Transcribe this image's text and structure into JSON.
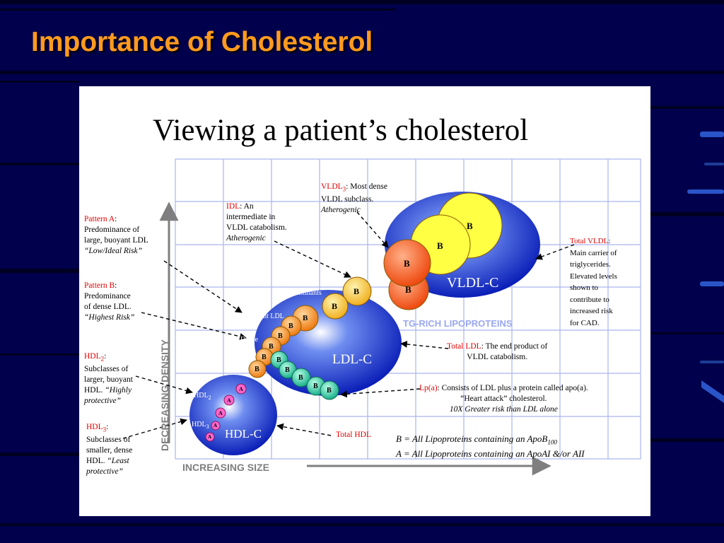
{
  "title": "Importance of Cholesterol",
  "panel": {
    "heading": "Viewing a patient’s cholesterol",
    "axis_y": "DECREASING DENSITY",
    "axis_x": "INCREASING SIZE",
    "tg_label": "TG-RICH LIPOPROTEINS",
    "vldl_c": "VLDL-C",
    "ldl_c": "LDL-C",
    "hdl_c": "HDL-C",
    "idl_remnants": "IDL Remnants",
    "buoyant_ldl": "Buoyant LDL",
    "dense_ldl_1": "Dense",
    "dense_ldl_2": "LDL",
    "hdl2_main": "HDL",
    "hdl2_sub": "2",
    "hdl3_main": "HDL",
    "hdl3_sub": "3",
    "b_letter": "B",
    "a_letter": "A",
    "vldl3": {
      "name": "VLDL",
      "sub": "3",
      "rest": ": Most dense",
      "line2": "VLDL subclass.",
      "line3": "Atherogenic"
    },
    "idl": {
      "name": "IDL",
      "rest": ": An",
      "line2": "intermediate in",
      "line3": "VLDL catabolism.",
      "line4": "Atherogenic"
    },
    "pattern_a": {
      "name": "Pattern A",
      "rest": ":",
      "line2": "Predominance of",
      "line3": "large,  buoyant LDL",
      "line4": "“Low/Ideal Risk”"
    },
    "pattern_b": {
      "name": "Pattern B",
      "rest": ":",
      "line2": "Predominance",
      "line3": "of dense LDL.",
      "line4": "“Highest Risk”"
    },
    "hdl2": {
      "name": "HDL",
      "sub": "2",
      "rest": ":",
      "line2": "Subclasses of",
      "line3": "larger, buoyant",
      "line4a": "HDL. ",
      "line4b": "“Highly",
      "line5": "protective”"
    },
    "hdl3": {
      "name": "HDL",
      "sub": "3",
      "rest": ":",
      "line2": "Subclasses  of",
      "line3": "smaller, dense",
      "line4a": "HDL. ",
      "line4b": "“Least",
      "line5": "protective”"
    },
    "total_vldl": {
      "name": "Total VLDL",
      "rest": ":",
      "line2": "Main carrier of",
      "line3": "triglycerides.",
      "line4": "Elevated levels",
      "line5": "shown to",
      "line6": "contribute to",
      "line7": "increased risk",
      "line8": "for CAD."
    },
    "total_ldl": {
      "name": "Total LDL",
      "rest": ": The end product of",
      "line2": "VLDL catabolism."
    },
    "lpa": {
      "name": "Lp(a)",
      "rest": ": Consists of LDL plus a protein called apo(a).",
      "line2": "“Heart attack” cholesterol.",
      "line3": "10X Greater risk than LDL alone"
    },
    "total_hdl": "Total HDL",
    "legend_b": "B = All Lipoproteins containing an ApoB",
    "legend_b_sub": "100",
    "legend_a": "A = All Lipoproteins containing an ApoAI &/or AII"
  }
}
